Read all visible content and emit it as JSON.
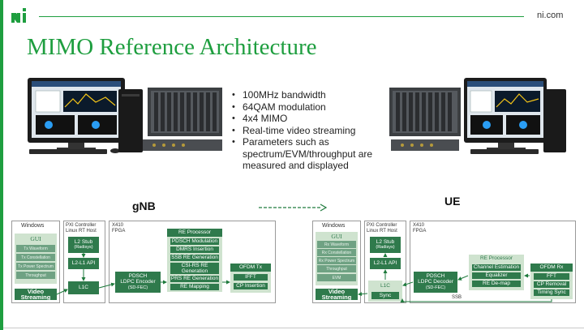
{
  "header": {
    "site": "ni.com",
    "title": "MIMO Reference Architecture",
    "brand_color": "#1e9e3f"
  },
  "bullets": [
    "100MHz bandwidth",
    "64QAM modulation",
    "4x4 MIMO",
    "Real-time video streaming",
    "Parameters such as spectrum/EVM/throughput are measured and displayed"
  ],
  "labels": {
    "gnb": "gNB",
    "ue": "UE"
  },
  "gnb": {
    "windows": {
      "title": "Windows",
      "gui": "GUI",
      "gui_items": [
        "Tx Waveform",
        "Tx Constellation",
        "Tx Power Spectrum",
        "Throughput"
      ],
      "video": "Video Streaming"
    },
    "pxi": {
      "title1": "PXI Controller",
      "title2": "Linux RT Host",
      "l2": "L2 Stub",
      "l2_sub": "(Radisys)",
      "api": "L2-L1 API",
      "l1c": "L1C"
    },
    "fpga": {
      "title1": "X410",
      "title2": "FPGA",
      "encoder1": "PDSCH",
      "encoder2": "LDPC Encoder",
      "encoder3": "(SD-FEC)",
      "re_title": "RE Processor",
      "re_items": [
        "PDSCH Modulation",
        "DMRS Insertion",
        "SSB RE Generation",
        "CSI-RS RE Generation",
        "PRS RE Generation",
        "RE Mapping"
      ],
      "ofdm_title": "OFDM Tx",
      "ofdm_items": [
        "IFFT",
        "CP Insertion"
      ]
    }
  },
  "ue": {
    "windows": {
      "title": "Windows",
      "gui": "GUI",
      "gui_items": [
        "Rx Waveform",
        "Rx Constellation",
        "Rx Power Spectrum",
        "Throughput",
        "EVM"
      ],
      "video": "Video Streaming"
    },
    "pxi": {
      "title1": "PXI Controller",
      "title2": "Linux RT Host",
      "l2": "L2 Stub",
      "l2_sub": "(Radisys)",
      "api": "L2-L1 API",
      "l1c": "L1C",
      "sync": "Sync"
    },
    "fpga": {
      "title1": "X410",
      "title2": "FPGA",
      "decoder1": "PDSCH",
      "decoder2": "LDPC Decoder",
      "decoder3": "(SD-FEC)",
      "re_title": "RE Processor",
      "re_items": [
        "Channel Estimation",
        "Equalizer",
        "RE De-map"
      ],
      "ofdm_title": "OFDM Rx",
      "ofdm_items": [
        "FFT",
        "CP Removal",
        "Timing Sync"
      ],
      "ssb": "SSB"
    }
  }
}
